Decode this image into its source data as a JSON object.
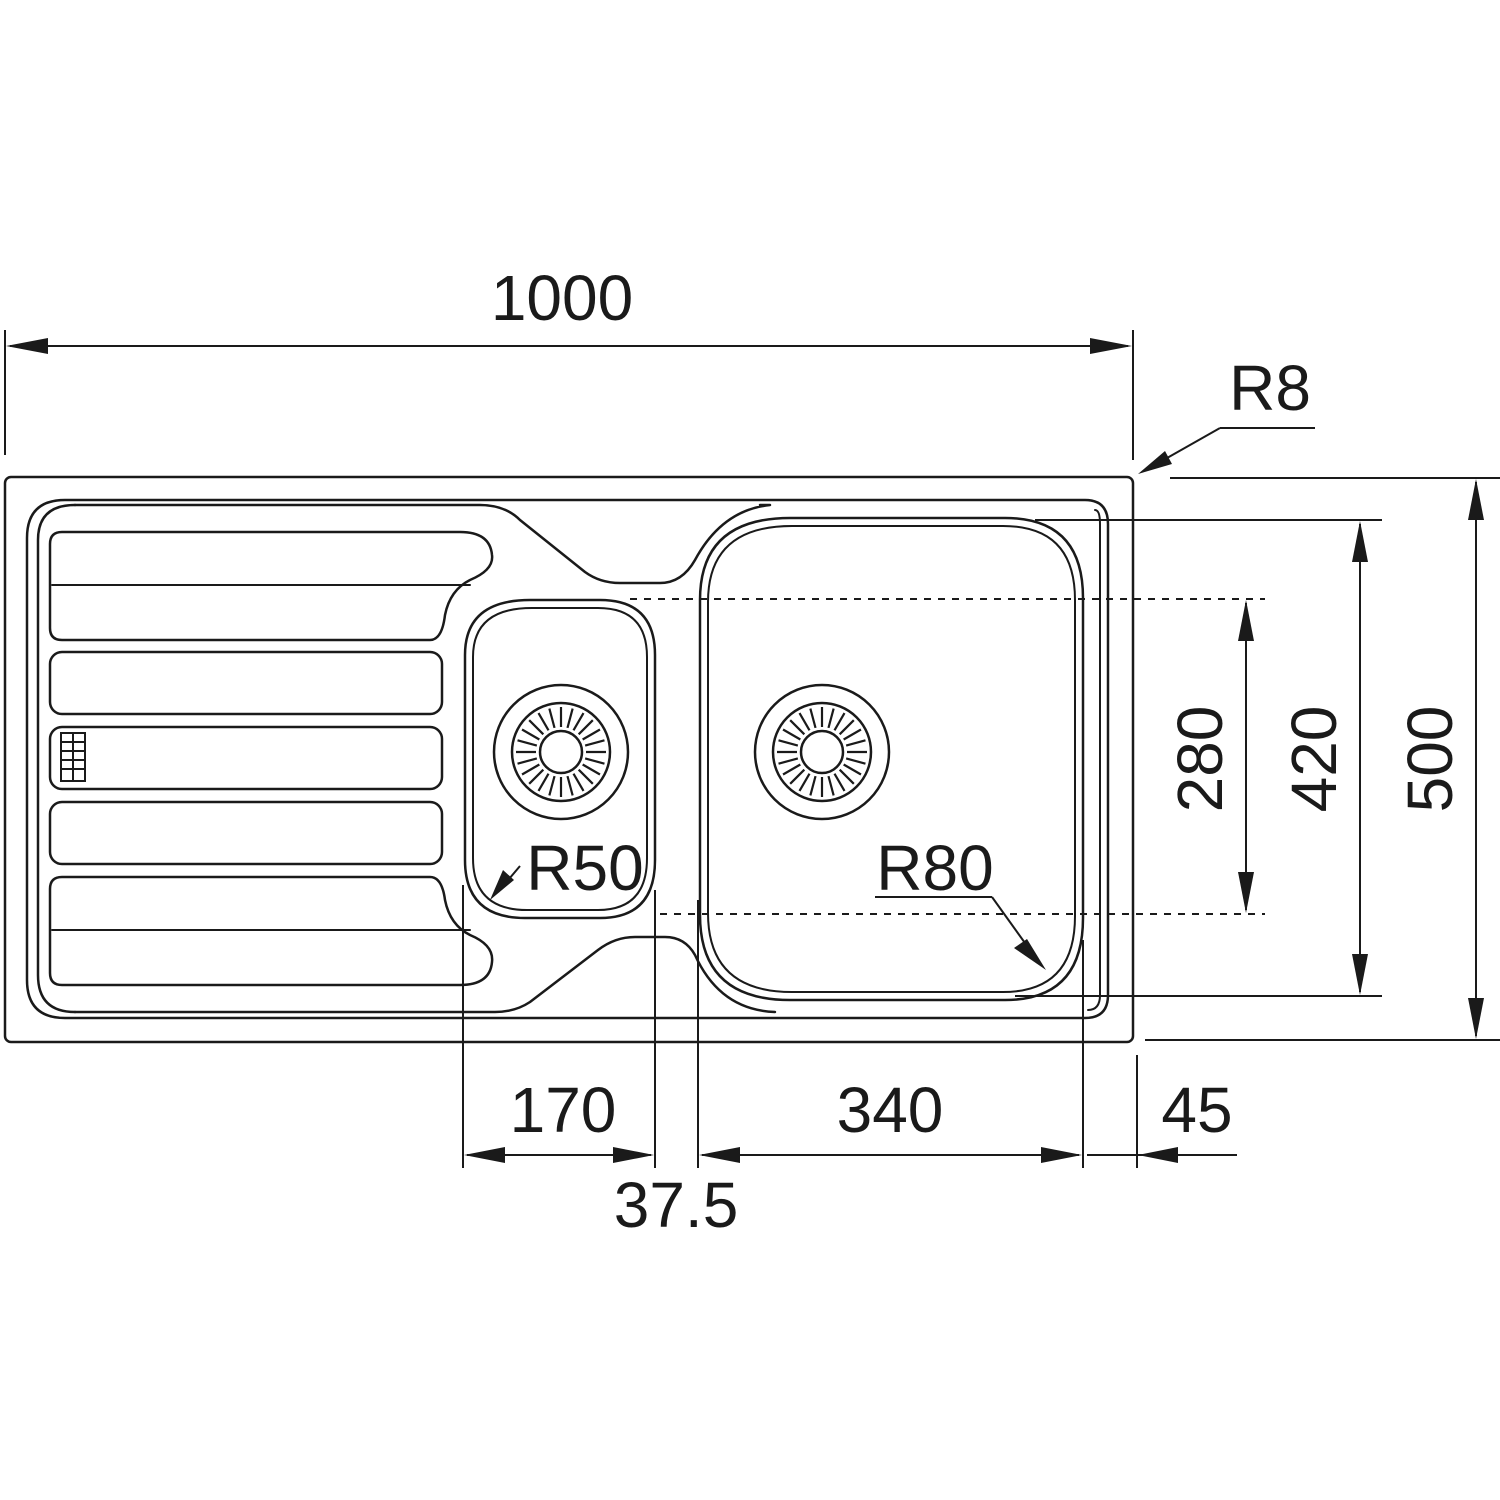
{
  "dimensions": {
    "overall_width": "1000",
    "overall_depth": "500",
    "bowl_depth": "420",
    "small_bowl_depth": "280",
    "small_bowl_width": "170",
    "bowl_gap": "37.5",
    "main_bowl_width": "340",
    "edge_offset": "45"
  },
  "radii": {
    "corner": "R8",
    "small_bowl": "R50",
    "main_bowl": "R80"
  }
}
